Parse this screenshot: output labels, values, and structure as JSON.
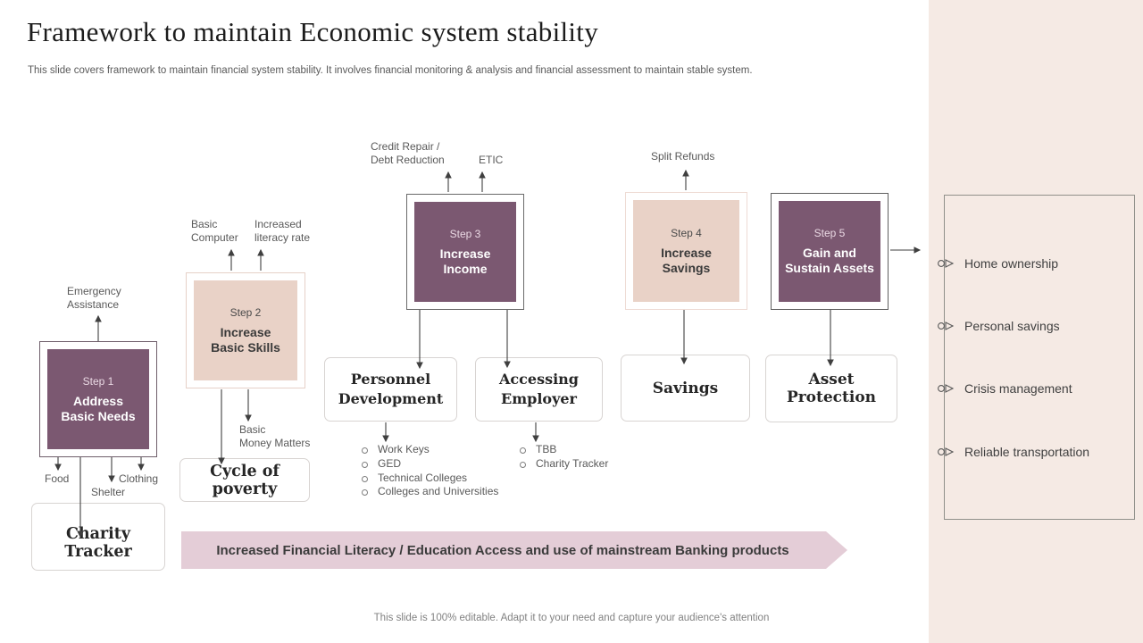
{
  "slide": {
    "title": "Framework to maintain Economic system stability",
    "subtitle": "This slide covers framework to maintain financial system stability. It involves financial monitoring & analysis and financial assessment to maintain stable system.",
    "footer": "This slide is 100% editable. Adapt it to your need and capture your audience's attention"
  },
  "colors": {
    "dark_step_fill": "#7b5871",
    "light_step_fill": "#e9d2c7",
    "side_panel": "#f5eae4",
    "banner_fill": "#e4cdd7"
  },
  "steps": [
    {
      "label": "Step 1",
      "title": "Address\nBasic Needs",
      "variant": "dark"
    },
    {
      "label": "Step 2",
      "title": "Increase\nBasic Skills",
      "variant": "light"
    },
    {
      "label": "Step 3",
      "title": "Increase\nIncome",
      "variant": "dark"
    },
    {
      "label": "Step 4",
      "title": "Increase\nSavings",
      "variant": "light"
    },
    {
      "label": "Step 5",
      "title": "Gain and\nSustain Assets",
      "variant": "dark"
    }
  ],
  "annotations": {
    "emergency_assistance": "Emergency\nAssistance",
    "food": "Food",
    "shelter": "Shelter",
    "clothing": "Clothing",
    "basic_computer": "Basic\nComputer",
    "increased_literacy": "Increased\nliteracy rate",
    "basic_money_matters": "Basic\nMoney Matters",
    "credit_repair": "Credit Repair /\nDebt Reduction",
    "etic": "ETIC",
    "split_refunds": "Split Refunds"
  },
  "outcome_boxes": {
    "charity_tracker": "Charity Tracker",
    "cycle_of_poverty": "Cycle of poverty",
    "personnel_development": "Personnel\nDevelopment",
    "accessing_employer": "Accessing\nEmployer",
    "savings": "Savings",
    "asset_protection": "Asset Protection"
  },
  "lists": {
    "personnel": [
      "Work Keys",
      "GED",
      "Technical Colleges",
      "Colleges and Universities"
    ],
    "employer": [
      "TBB",
      "Charity Tracker"
    ]
  },
  "sidebar": {
    "items": [
      "Home ownership",
      "Personal savings",
      "Crisis management",
      "Reliable transportation"
    ]
  },
  "banner": {
    "text": "Increased Financial Literacy / Education Access and use of mainstream Banking products"
  }
}
